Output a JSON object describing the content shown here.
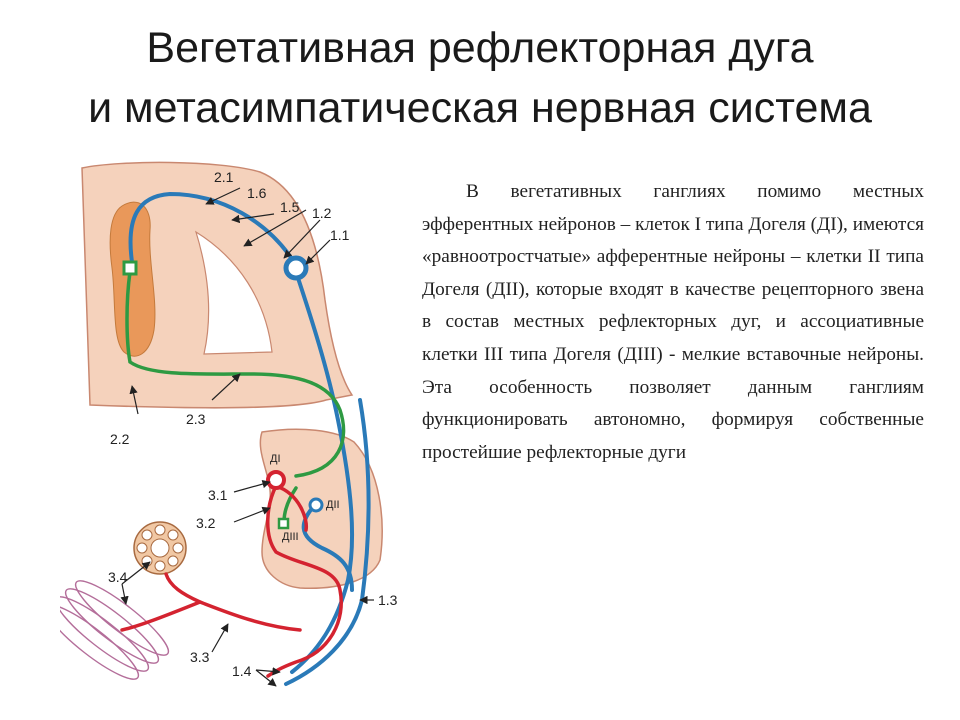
{
  "title": {
    "line1": "Вегетативная рефлекторная дуга",
    "line2": "и метасимпатическая нервная система"
  },
  "paragraph": "В вегетативных ганглиях помимо местных эфферентных нейронов – клеток I типа Догеля (ДI), имеются «равноотростчатые» афферентные нейроны – клетки II типа Догеля (ДII), которые входят в качестве рецепторного звена в состав местных рефлекторных дуг, и ассоциативные клетки III типа Догеля (ДIII) - мелкие вставочные нейроны. Эта особенность позволяет данным ганглиям функционировать автономно, формируя собственные простейшие рефлекторные дуги",
  "diagram": {
    "labels": {
      "l_2_1": "2.1",
      "l_1_6": "1.6",
      "l_1_5": "1.5",
      "l_1_2": "1.2",
      "l_1_1": "1.1",
      "l_2_3": "2.3",
      "l_2_2": "2.2",
      "l_3_1": "3.1",
      "l_3_2": "3.2",
      "l_3_4": "3.4",
      "l_3_3": "3.3",
      "l_1_3": "1.3",
      "l_1_4": "1.4",
      "l_d1": "ДI",
      "l_d2": "ДII",
      "l_d3": "ДIII"
    },
    "colors": {
      "tissue": "#f5d2bc",
      "tissue_stroke": "#c98870",
      "gray_matter": "#e9985a",
      "afferent": "#2a7ab8",
      "interneuron": "#2e9a42",
      "efferent": "#d42330"
    }
  }
}
